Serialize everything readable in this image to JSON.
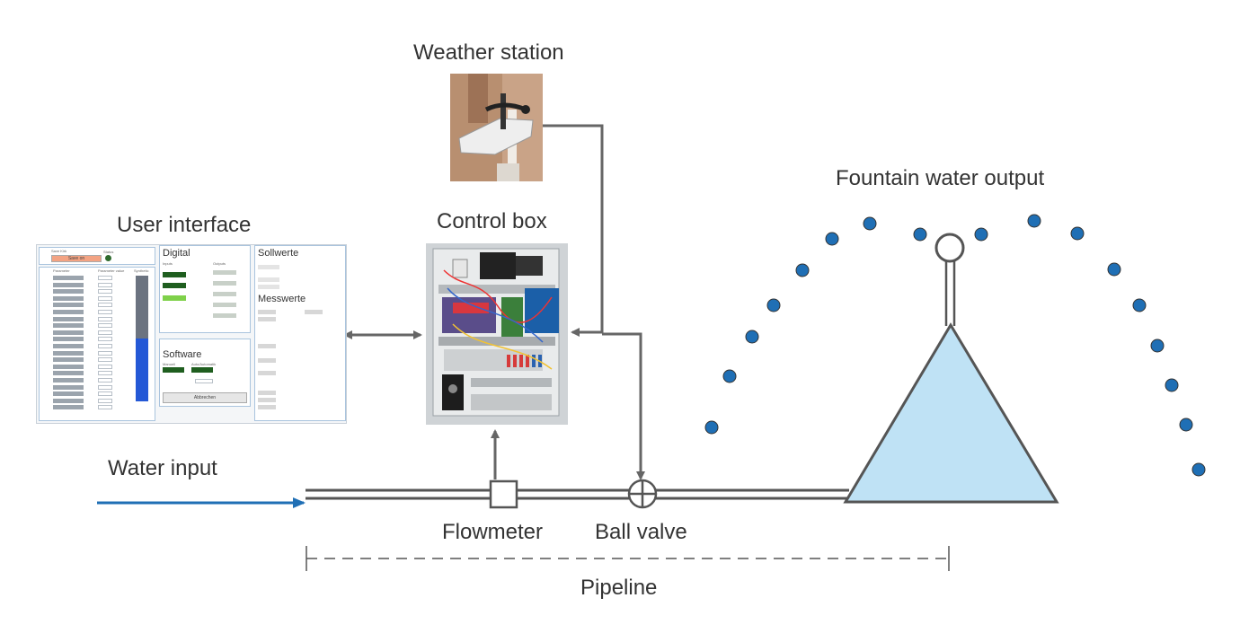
{
  "labels": {
    "weather_station": "Weather station",
    "user_interface": "User interface",
    "control_box": "Control box",
    "fountain_output": "Fountain water output",
    "water_input": "Water input",
    "flowmeter": "Flowmeter",
    "ball_valve": "Ball valve",
    "pipeline": "Pipeline"
  },
  "ui_screen": {
    "top_label": "Save Kirk",
    "top_button": "Save on",
    "top_status": "Status",
    "digital_title": "Digital",
    "digital_inputs_header": "Inputs",
    "digital_outputs_header": "Outputs",
    "software_title": "Software",
    "software_manual": "Manuell",
    "software_auto": "Auto/Automatik",
    "software_button": "Abbrechen",
    "sollwerte_title": "Sollwerte",
    "messwerte_title": "Messwerte",
    "param_header": "Parameter",
    "value_header": "Parameter value",
    "chart_header": "Synthetic"
  },
  "colors": {
    "pipe": "#555555",
    "water_input_arrow": "#1f6fb5",
    "droplet": "#1f6fb5",
    "fountain_fill": "#bfe2f5",
    "fountain_stroke": "#555555",
    "connector": "#666666"
  }
}
